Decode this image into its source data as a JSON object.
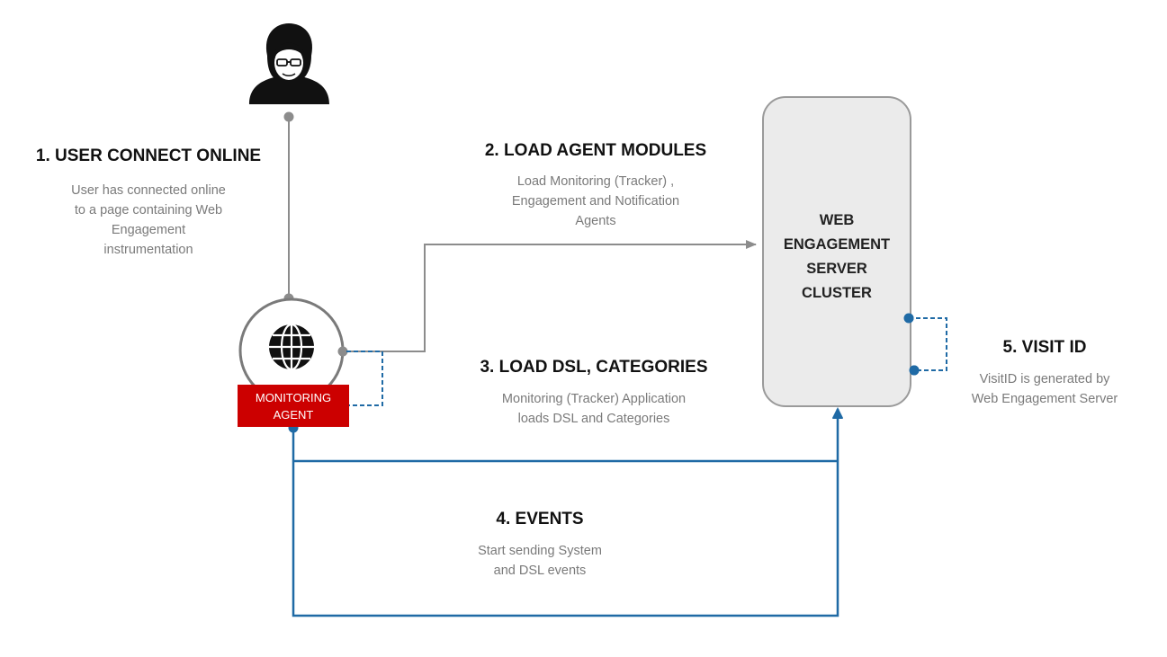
{
  "steps": [
    {
      "title": "1. USER CONNECT ONLINE",
      "desc": [
        "User has connected online",
        "to a page containing Web",
        "Engagement",
        "instrumentation"
      ]
    },
    {
      "title": "2. LOAD AGENT MODULES",
      "desc": [
        "Load Monitoring (Tracker) ,",
        "Engagement and Notification",
        "Agents"
      ]
    },
    {
      "title": "3. LOAD DSL, CATEGORIES",
      "desc": [
        "Monitoring (Tracker) Application",
        "loads DSL and Categories"
      ]
    },
    {
      "title": "4. EVENTS",
      "desc": [
        "Start sending System",
        "and DSL events"
      ]
    },
    {
      "title": "5. VISIT ID",
      "desc": [
        "VisitID is generated by",
        "Web Engagement Server"
      ]
    }
  ],
  "server": {
    "lines": [
      "WEB",
      "ENGAGEMENT",
      "SERVER",
      "CLUSTER"
    ]
  },
  "agent": {
    "lines": [
      "MONITORING",
      "AGENT"
    ]
  },
  "icons": {
    "user": "user-avatar-icon",
    "globe": "globe-icon"
  },
  "colors": {
    "gray": "#8c8c8c",
    "blue": "#1f6aa5",
    "red": "#cc0000",
    "server_fill": "#ebebeb"
  }
}
